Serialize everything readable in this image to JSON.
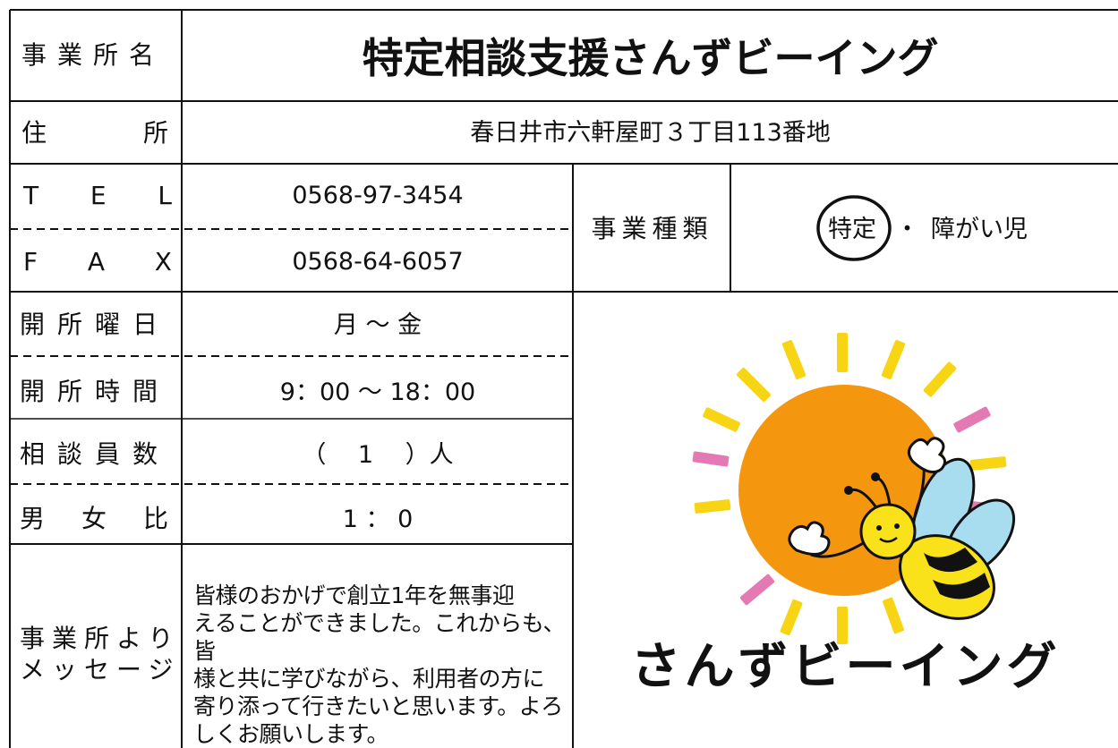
{
  "office_name": {
    "label": "事業所名",
    "value": "特定相談支援さんずビーイング"
  },
  "address": {
    "label_left": "住",
    "label_right": "所",
    "value": "春日井市六軒屋町３丁目113番地"
  },
  "tel": {
    "label_chars": [
      "T",
      "E",
      "L"
    ],
    "value": "0568-97-3454"
  },
  "fax": {
    "label_chars": [
      "F",
      "A",
      "X"
    ],
    "value": "0568-64-6057"
  },
  "business_type": {
    "label": "事業種類",
    "option_selected": "特定",
    "separator": "・",
    "option_other": "障がい児"
  },
  "open_days": {
    "label": "開所曜日",
    "value": "月 ～ 金"
  },
  "open_hours": {
    "label": "開所時間",
    "value": "9：00 ～ 18：00"
  },
  "counselors": {
    "label": "相談員数",
    "value": "（　 1　 ）人"
  },
  "gender_ratio": {
    "label_chars": [
      "男",
      "女",
      "比"
    ],
    "value": "1 ： 0"
  },
  "message": {
    "label_line1": "事業所より",
    "label_line2": "メッセージ",
    "text": "皆様のおかげで創立1年を無事迎\nえることができました。これからも、皆\n様と共に学びながら、利用者の方に\n寄り添って行きたいと思います。よろ\nしくお願いします。"
  },
  "logo": {
    "text": "さんずビーイング"
  },
  "colors": {
    "sun": "#f4960e",
    "ray_yellow": "#f8d514",
    "ray_pink": "#e47ab4",
    "bee_body": "#f9e21a",
    "bee_wing": "#a8dcef"
  }
}
